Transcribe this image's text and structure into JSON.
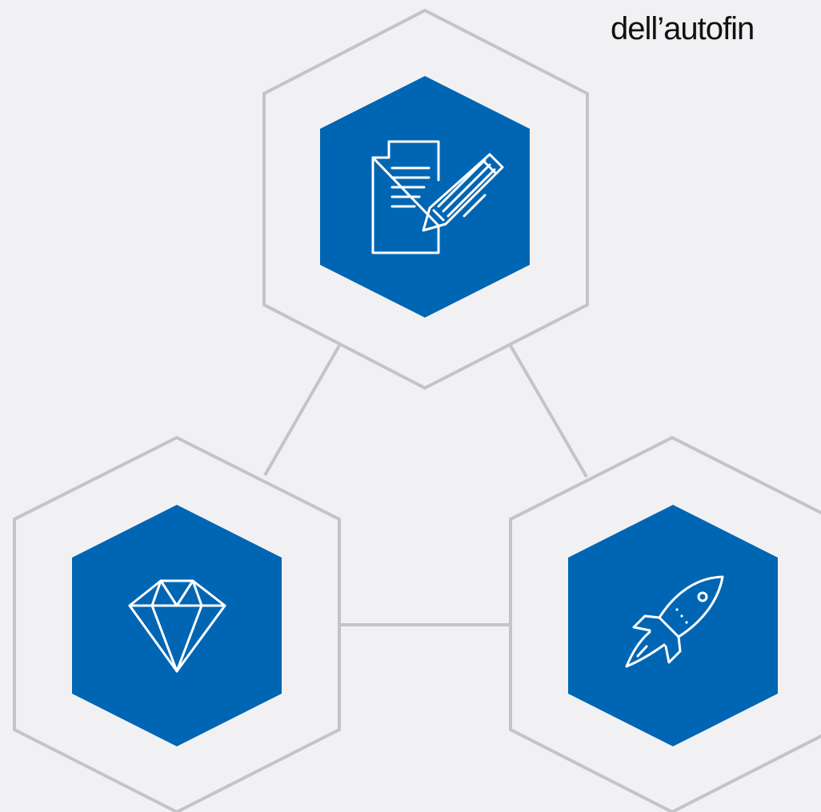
{
  "heading": {
    "text": "dell’autofin"
  },
  "colors": {
    "background": "#f1f1f4",
    "outline": "#c3c3c9",
    "accent": "#0066b3",
    "icon": "#ffffff"
  },
  "nodes": [
    {
      "id": "top",
      "icon": "document-pencil-icon"
    },
    {
      "id": "bottom-left",
      "icon": "diamond-icon"
    },
    {
      "id": "bottom-right",
      "icon": "rocket-icon"
    }
  ]
}
